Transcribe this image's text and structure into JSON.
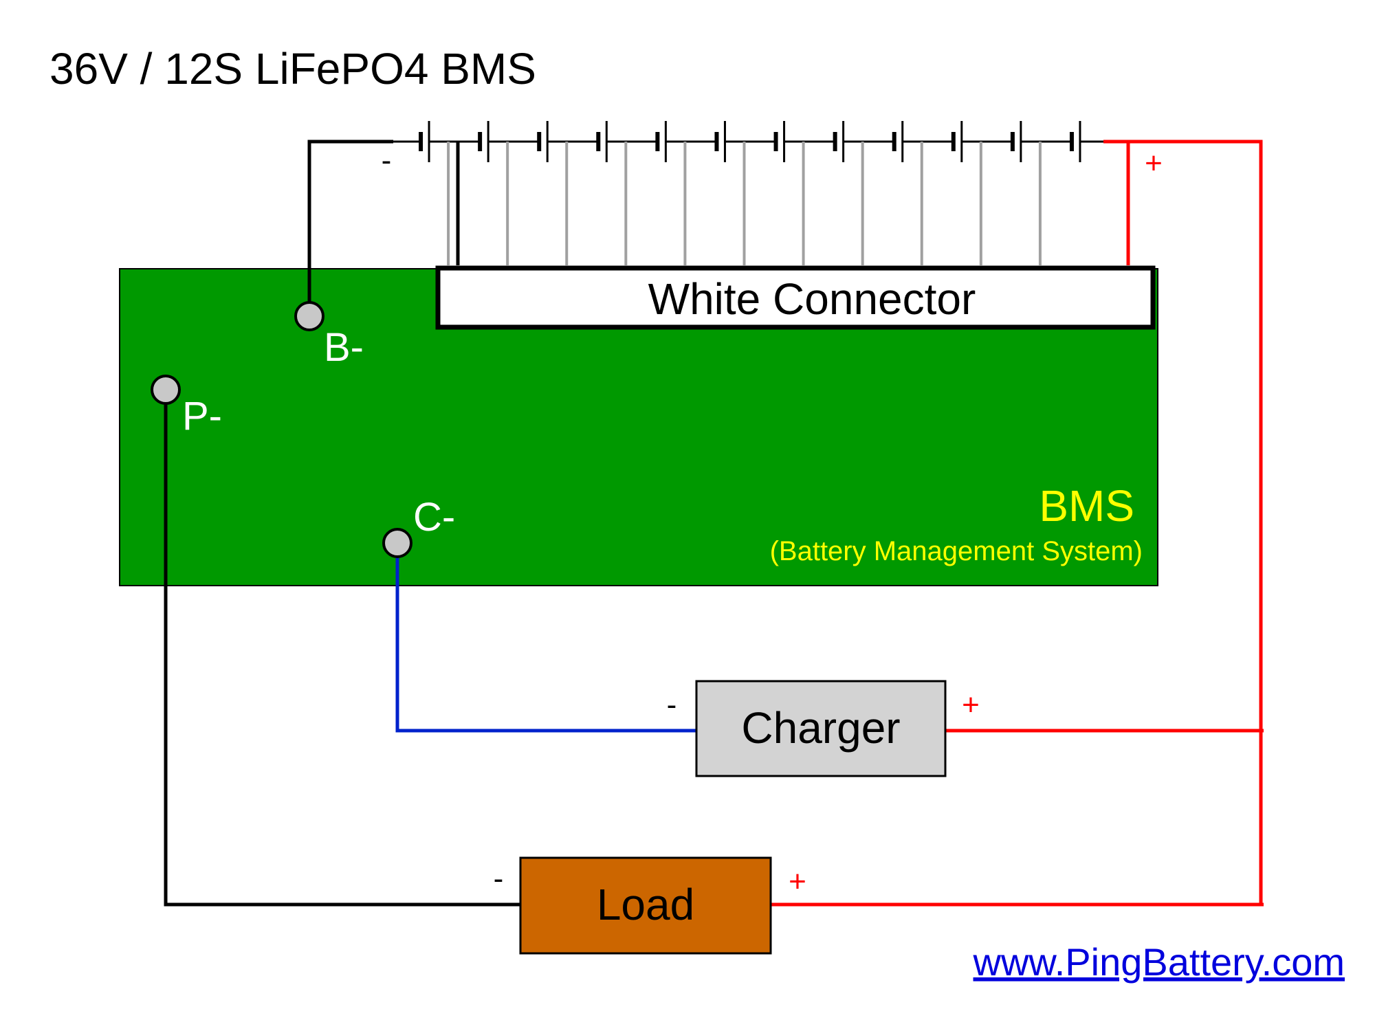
{
  "title": "36V / 12S LiFePO4 BMS",
  "battery": {
    "cell_count": 12,
    "minus_label": "-",
    "plus_label": "+"
  },
  "bms": {
    "label": "BMS",
    "sublabel": "(Battery Management System)",
    "connector_label": "White Connector",
    "terminals": {
      "b_minus": "B-",
      "p_minus": "P-",
      "c_minus": "C-"
    }
  },
  "charger": {
    "label": "Charger",
    "minus_label": "-",
    "plus_label": "+"
  },
  "load": {
    "label": "Load",
    "minus_label": "-",
    "plus_label": "+"
  },
  "website": "www.PingBattery.com",
  "colors": {
    "bms_board": "#009900",
    "bms_text": "#ffff00",
    "charger_fill": "#d3d3d3",
    "load_fill": "#cc6600",
    "positive_wire": "#ff0000",
    "charge_wire": "#0022cc",
    "link": "#0000dd"
  }
}
